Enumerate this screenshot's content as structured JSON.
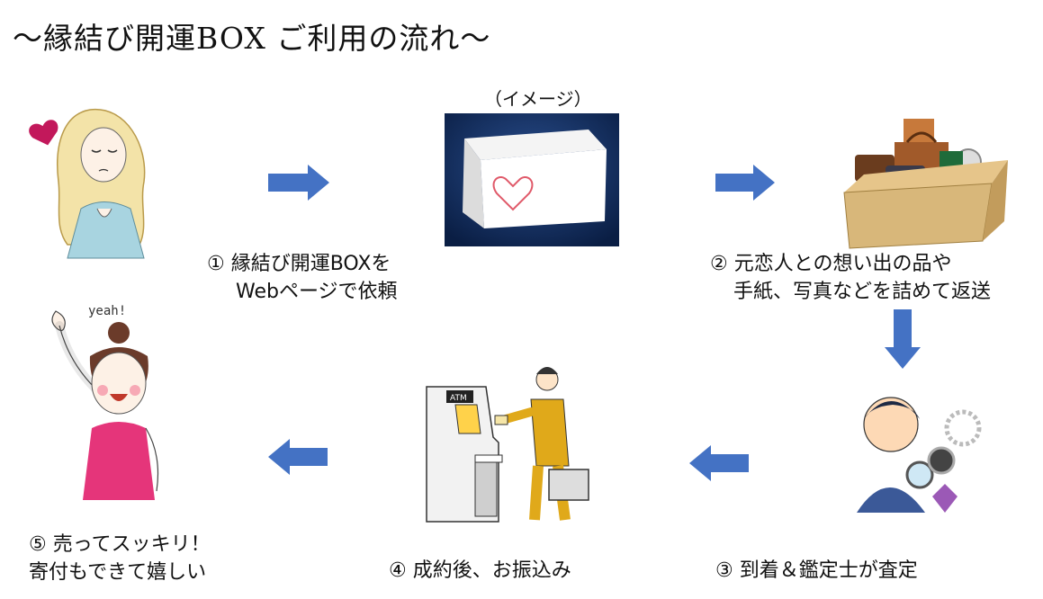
{
  "title": "～縁結び開運BOX ご利用の流れ～",
  "image_note": "（イメージ）",
  "steps": [
    {
      "line1": "① 縁結び開運BOXを",
      "line2": "Webページで依頼"
    },
    {
      "line1": "② 元恋人との想い出の品や",
      "line2": "手紙、写真などを詰めて返送"
    },
    {
      "line1": "③ 到着＆鑑定士が査定",
      "line2": ""
    },
    {
      "line1": "④ 成約後、お振込み",
      "line2": ""
    },
    {
      "line1": "⑤ 売ってスッキリ！",
      "line2": "寄付もできて嬉しい"
    }
  ],
  "handwriting": "yeah!",
  "atm_label": "ATM",
  "colors": {
    "arrow": "#4472c4",
    "box_bg": "#0b2a5e",
    "heart": "#e05a6a",
    "cardboard": "#d8b77a"
  }
}
